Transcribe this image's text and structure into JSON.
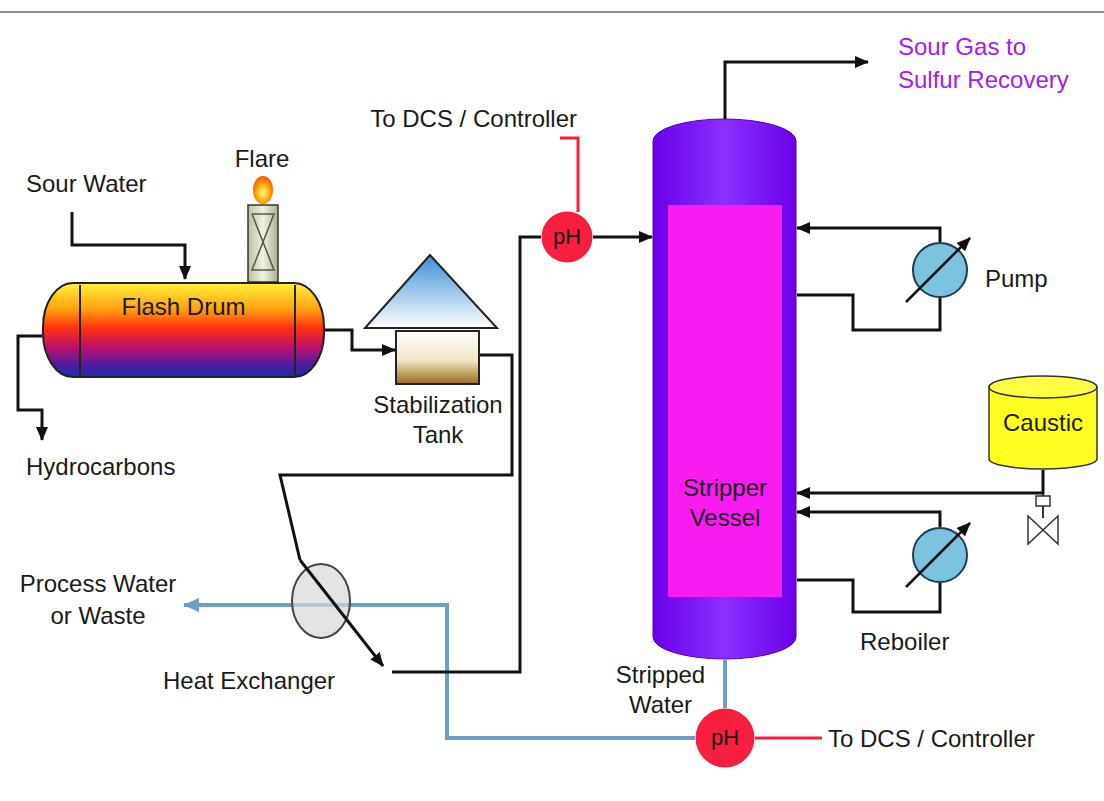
{
  "diagram": {
    "nodes": [
      {
        "text": [
          "Flash Drum"
        ]
      },
      {
        "text": [
          "Stabilization Tank"
        ]
      },
      {
        "text": [
          "Heat Exchanger"
        ]
      },
      {
        "text": [
          "pH"
        ]
      },
      {
        "text": [
          "Stripper Vessel"
        ]
      },
      {
        "text": [
          "Pump"
        ]
      },
      {
        "text": [
          "Caustic"
        ]
      },
      {
        "text": [
          "Reboiler"
        ]
      },
      {
        "text": [
          "pH"
        ]
      }
    ],
    "edges": [
      {
        "from": 0,
        "to": 1,
        "arrow": "to"
      },
      {
        "from": 1,
        "to": 2,
        "arrow": "none"
      },
      {
        "from": 2,
        "to": 3,
        "arrow": "none"
      },
      {
        "from": 3,
        "to": 4,
        "arrow": "to"
      },
      {
        "from": 4,
        "to": 5,
        "arrow": "none"
      },
      {
        "from": 5,
        "to": 4,
        "arrow": "to"
      },
      {
        "from": 6,
        "to": 4,
        "arrow": "to"
      },
      {
        "from": 4,
        "to": 7,
        "arrow": "none"
      },
      {
        "from": 7,
        "to": 4,
        "arrow": "to"
      },
      {
        "from": 4,
        "to": 8,
        "arrow": "none"
      }
    ],
    "labels": [
      "Sour Gas to Sulfur Recovery",
      "To DCS / Controller",
      "Flare",
      "Sour Water",
      "Hydrocarbons",
      "Process Water or Waste",
      "Stripped Water",
      "To DCS / Controller"
    ]
  }
}
